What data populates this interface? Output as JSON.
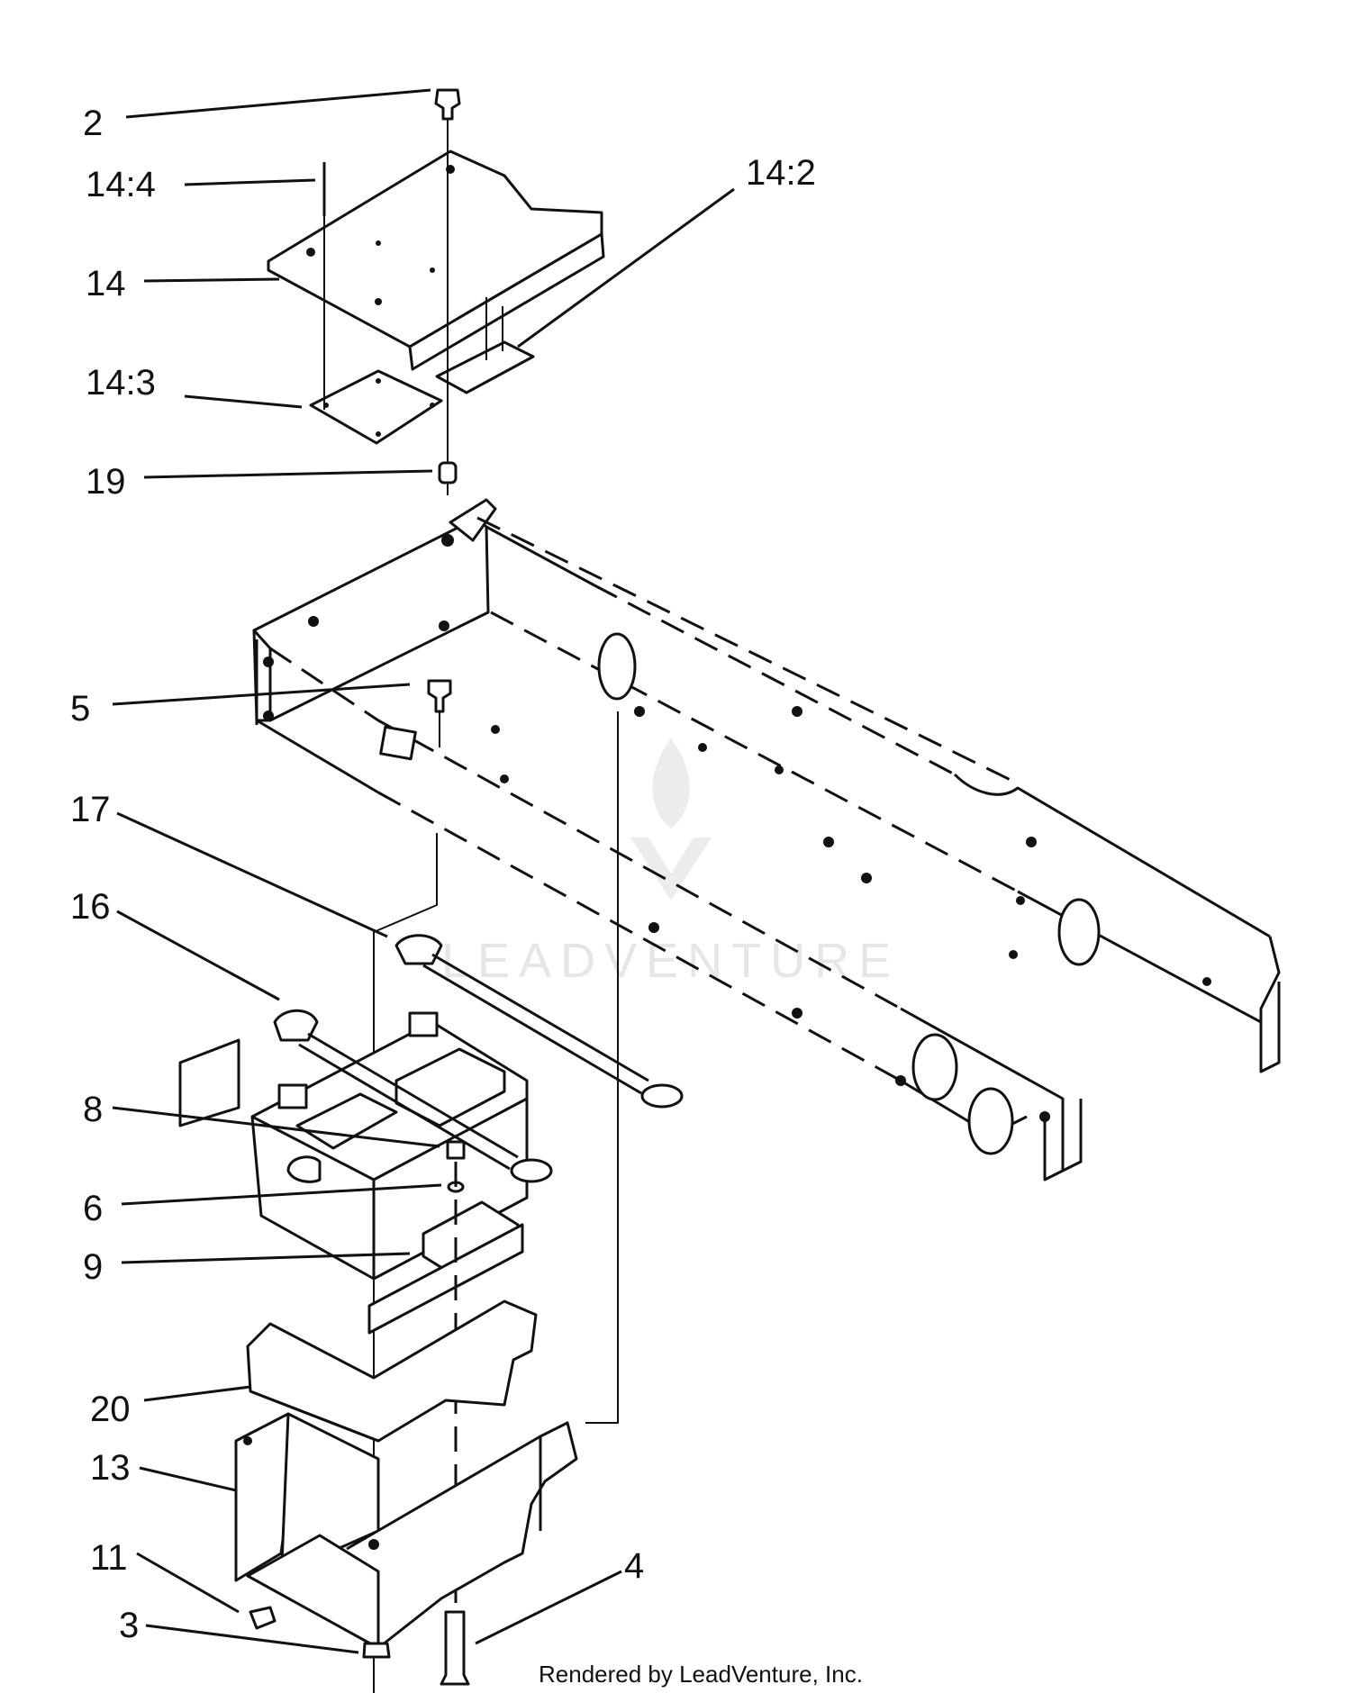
{
  "callouts": [
    {
      "id": "c2",
      "text": "2"
    },
    {
      "id": "c14_4",
      "text": "14:4"
    },
    {
      "id": "c14_2",
      "text": "14:2"
    },
    {
      "id": "c14",
      "text": "14"
    },
    {
      "id": "c14_3",
      "text": "14:3"
    },
    {
      "id": "c19",
      "text": "19"
    },
    {
      "id": "c5",
      "text": "5"
    },
    {
      "id": "c17",
      "text": "17"
    },
    {
      "id": "c16",
      "text": "16"
    },
    {
      "id": "c8",
      "text": "8"
    },
    {
      "id": "c6",
      "text": "6"
    },
    {
      "id": "c9",
      "text": "9"
    },
    {
      "id": "c20",
      "text": "20"
    },
    {
      "id": "c13",
      "text": "13"
    },
    {
      "id": "c11",
      "text": "11"
    },
    {
      "id": "c4",
      "text": "4"
    },
    {
      "id": "c3",
      "text": "3"
    }
  ],
  "watermark": "LEADVENTURE",
  "credit": "Rendered by LeadVenture, Inc.",
  "colors": {
    "ink": "#111111",
    "watermark": "#e6e6e6",
    "background": "#ffffff"
  }
}
